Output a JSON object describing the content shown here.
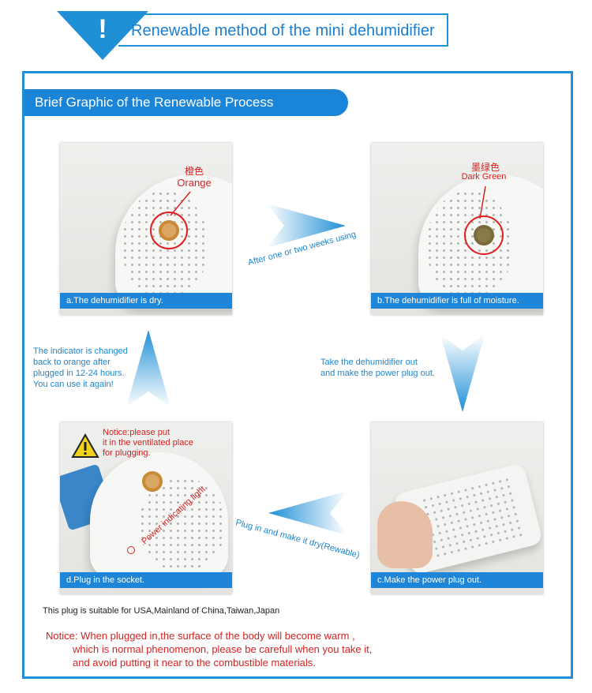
{
  "header": {
    "title": "Renewable method of the mini dehumidifier",
    "alert_symbol": "!"
  },
  "section": {
    "title": "Brief  Graphic of the Renewable Process"
  },
  "panels": {
    "a": {
      "caption": "a.The dehumidifier is dry.",
      "label_cn": "橙色",
      "label_en": "Orange"
    },
    "b": {
      "caption": "b.The dehumidifier is full of moisture.",
      "label_cn": "墨绿色",
      "label_en": "Dark Green"
    },
    "c": {
      "caption": "c.Make the power plug out."
    },
    "d": {
      "caption": "d.Plug in the socket.",
      "notice_lines": [
        "Notice:please put",
        "it in the ventilated place",
        "for plugging."
      ],
      "power_label": "Power indicating light"
    }
  },
  "flow": {
    "a_to_b": "After one  or two weeks using",
    "b_to_c": [
      "Take the dehumidifier out",
      "and make the power plug out."
    ],
    "c_to_d": "Plug in and make it dry(Rewable)",
    "d_to_a": [
      "The indicator is changed",
      "back to orange after",
      "plugged in 12-24 hours.",
      "You can use it again!"
    ]
  },
  "plug_note": "This plug is suitable for USA,Mainland of China,Taiwan,Japan",
  "notice": {
    "label": "Notice:",
    "lines": [
      "When plugged in,the  surface  of  the  body  will become warm ,",
      "which is normal phenomenon, please be carefull when you take it,",
      "and avoid putting it near to the combustible materials."
    ]
  },
  "colors": {
    "brand_blue": "#1f8fd6",
    "caption_blue": "#1e86d8",
    "warning_red": "#d42323"
  }
}
